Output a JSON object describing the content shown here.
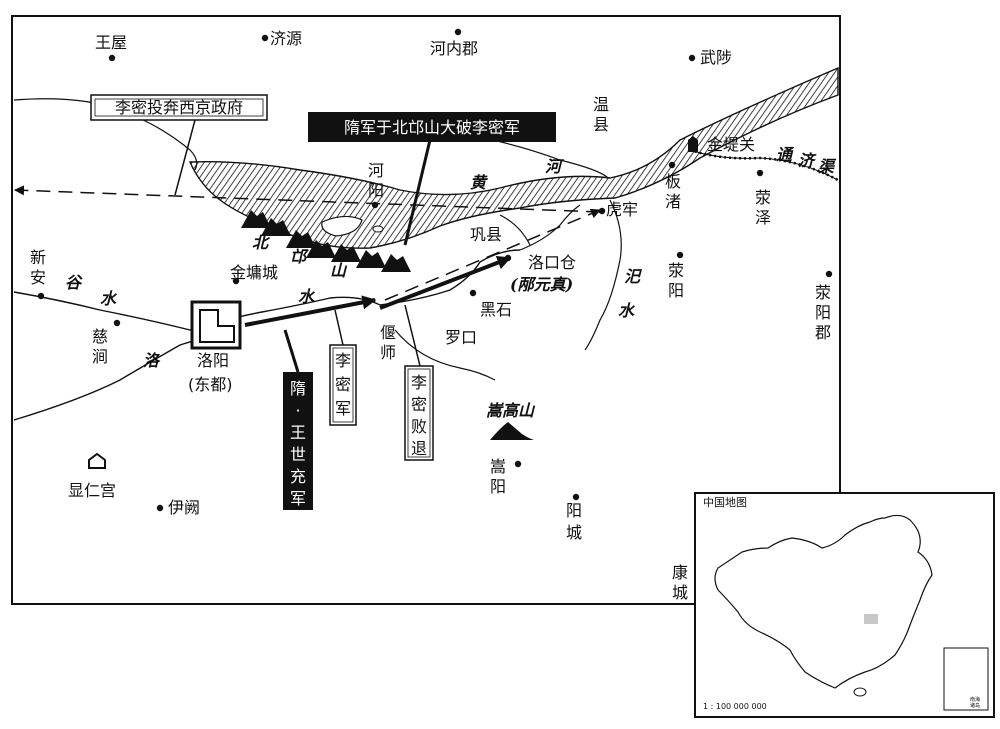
{
  "places": {
    "wangwu": "王屋",
    "jiyuan": "济源",
    "henei": "河内郡",
    "wushe": "武陟",
    "wen": "温",
    "xian": "县",
    "heyang_he": "河",
    "heyang_yang": "阳",
    "jintiguan": "金堤关",
    "banzhu_ban": "板",
    "banzhu_zhu": "渚",
    "xingze_xing": "荥",
    "xingze_ze": "泽",
    "hulao": "虎牢",
    "gongxian": "巩县",
    "luokoucang": "洛口仓",
    "xingyang_xing": "荥",
    "xingyang_yang": "阳",
    "xyjun_xing": "荥",
    "xyjun_yang": "阳",
    "xyjun_jun": "郡",
    "xinan_xin": "新",
    "xinan_an": "安",
    "jinyongcheng": "金墉城",
    "heishi": "黑石",
    "luokou": "罗口",
    "cijian_ci": "慈",
    "cijian_jian": "涧",
    "yanshi_yan": "偃",
    "yanshi_shi": "师",
    "luoyang": "洛阳",
    "dongdu": "(东都)",
    "xianrengong": "显仁宫",
    "yique": "伊阙",
    "songyang_song": "嵩",
    "songyang_yang": "阳",
    "yangcheng_yang": "阳",
    "yangcheng_cheng": "城",
    "kangcheng_kang": "康",
    "kangcheng_cheng": "城",
    "songgaoshan": "嵩高山"
  },
  "features": {
    "huang": "黄",
    "he": "河",
    "tongjiqu_tong": "通",
    "tongjiqu_ji": "济",
    "tongjiqu_qu": "渠",
    "gu": "谷",
    "gu_shui": "水",
    "luo": "洛",
    "luo_shui": "水",
    "si": "汜",
    "si_shui": "水",
    "bei": "北",
    "mang": "邙",
    "shan": "山"
  },
  "boxes": {
    "limi_xijing": "李密投奔西京政府",
    "sui_beimang": "隋军于北邙山大破李密军",
    "qiyuanzhen": "(邴元真)",
    "limi_army": [
      "李",
      "密",
      "军"
    ],
    "limi_defeat": [
      "李",
      "密",
      "败",
      "退"
    ],
    "sui_wang": [
      "隋",
      "·",
      "王",
      "世",
      "充",
      "军"
    ]
  },
  "inset": {
    "title": "中国地图",
    "scale": "1 : 100 000 000",
    "south_sea_label": [
      "南海",
      "诸岛"
    ]
  }
}
